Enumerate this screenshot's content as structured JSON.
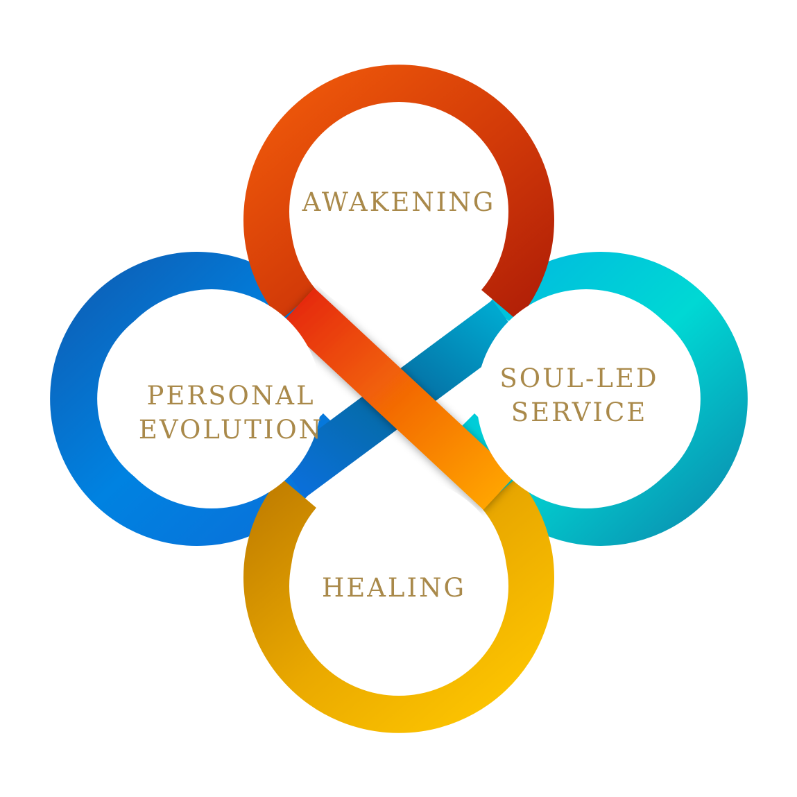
{
  "diagram": {
    "colors": {
      "awakening": [
        "#f05a0a",
        "#d23a08",
        "#b22007",
        "#e8270c"
      ],
      "figure_eight": [
        "#e62b0c",
        "#f36a06",
        "#fe9a00",
        "#ffb200"
      ],
      "personal_evolution": [
        "#0e6fd0",
        "#0082e1",
        "#0d5fb6"
      ],
      "soul_led_service": [
        "#00b7e0",
        "#00d8d4",
        "#0a8fb0"
      ],
      "healing": [
        "#c27f00",
        "#eaa900",
        "#ffc800"
      ],
      "label": "#a9894a",
      "background": "#ffffff"
    },
    "petals": [
      {
        "id": "awakening",
        "lines": [
          "AWAKENING"
        ]
      },
      {
        "id": "personal-evolution",
        "lines": [
          "PERSONAL",
          "EVOLUTION"
        ]
      },
      {
        "id": "soul-led-service",
        "lines": [
          "SOUL-LED",
          "SERVICE"
        ]
      },
      {
        "id": "healing",
        "lines": [
          "HEALING"
        ]
      }
    ]
  }
}
